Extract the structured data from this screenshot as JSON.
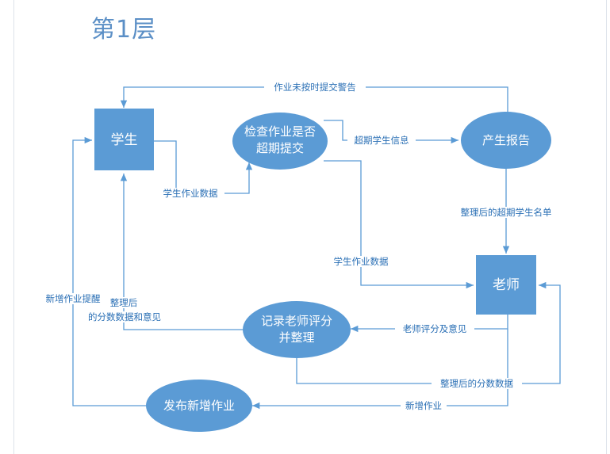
{
  "title": "第1层",
  "nodes": {
    "student": "学生",
    "check_line1": "检查作业是否",
    "check_line2": "超期提交",
    "report": "产生报告",
    "teacher": "老师",
    "record_line1": "记录老师评分",
    "record_line2": "并整理",
    "publish": "发布新增作业"
  },
  "flows": {
    "late_warning": "作业未按时提交警告",
    "student_homework_1": "学生作业数据",
    "overdue_info": "超期学生信息",
    "sorted_overdue_list": "整理后的超期学生名单",
    "student_homework_2": "学生作业数据",
    "teacher_score": "老师评分及意见",
    "sorted_scores_line1": "整理后",
    "sorted_scores_line2": "的分数数据和意见",
    "sorted_score_data": "整理后的分数数据",
    "new_homework_reminder": "新增作业提醒",
    "new_homework": "新增作业"
  },
  "colors": {
    "node_fill": "#5b9bd5",
    "line": "#5b9bd5",
    "title": "#5b8fc6",
    "label": "#2a6fb5"
  }
}
